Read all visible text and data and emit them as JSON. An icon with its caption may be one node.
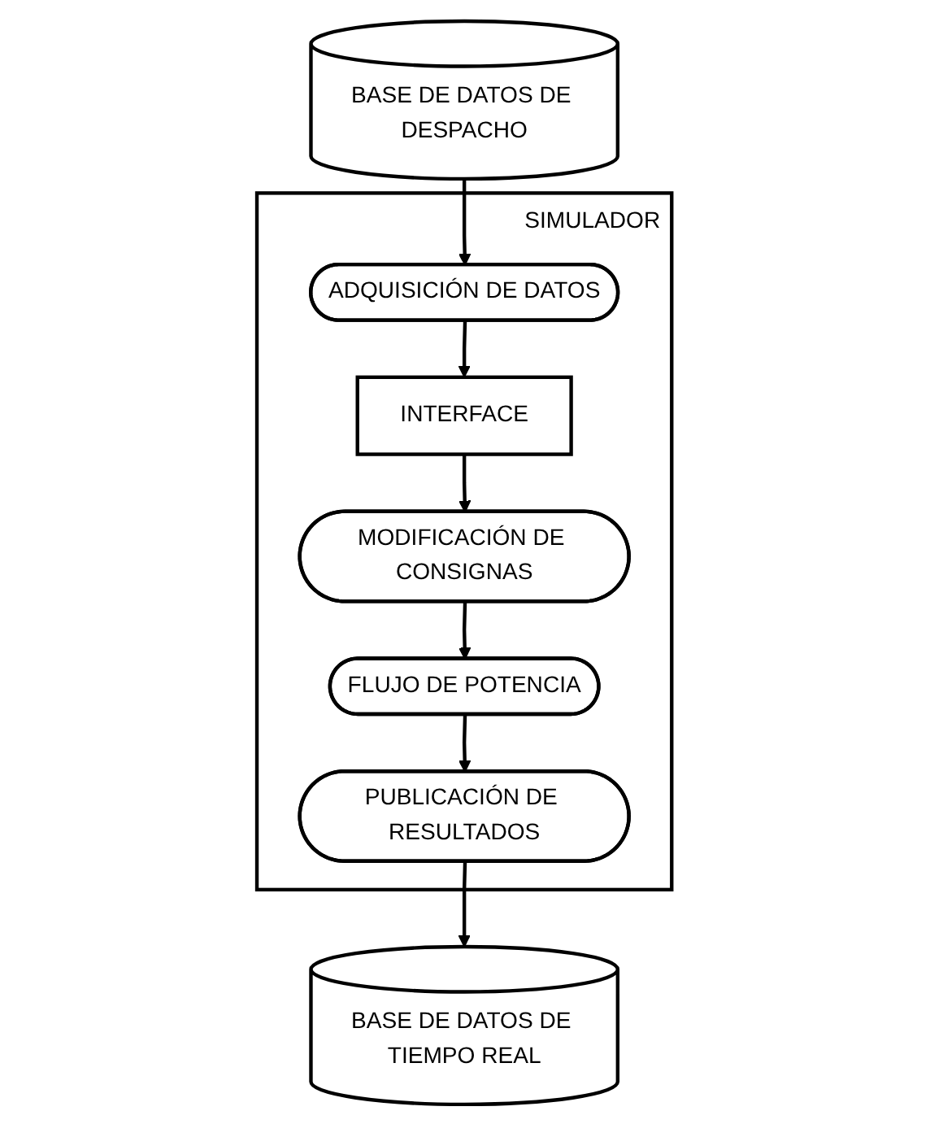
{
  "diagram": {
    "nodes": [
      {
        "text": [
          "BASE DE DATOS DE DESPACHO"
        ]
      },
      {
        "text": [
          "SIMULADOR"
        ]
      },
      {
        "text": [
          "ADQUISICIÓN DE DATOS"
        ],
        "in": 1
      },
      {
        "text": [
          "INTERFACE"
        ],
        "in": 1
      },
      {
        "text": [
          "MODIFICACIÓN DE CONSIGNAS"
        ],
        "in": 1
      },
      {
        "text": [
          "FLUJO DE POTENCIA"
        ],
        "in": 1
      },
      {
        "text": [
          "PUBLICACIÓN DE RESULTADOS"
        ],
        "in": 1
      },
      {
        "text": [
          "BASE DE DATOS DE TIEMPO REAL"
        ]
      }
    ],
    "edges": [
      {
        "from": 0,
        "to": 2,
        "arrow": "to"
      },
      {
        "from": 2,
        "to": 3,
        "arrow": "to"
      },
      {
        "from": 3,
        "to": 4,
        "arrow": "to"
      },
      {
        "from": 4,
        "to": 5,
        "arrow": "to"
      },
      {
        "from": 5,
        "to": 6,
        "arrow": "to"
      },
      {
        "from": 6,
        "to": 7,
        "arrow": "to"
      }
    ]
  }
}
